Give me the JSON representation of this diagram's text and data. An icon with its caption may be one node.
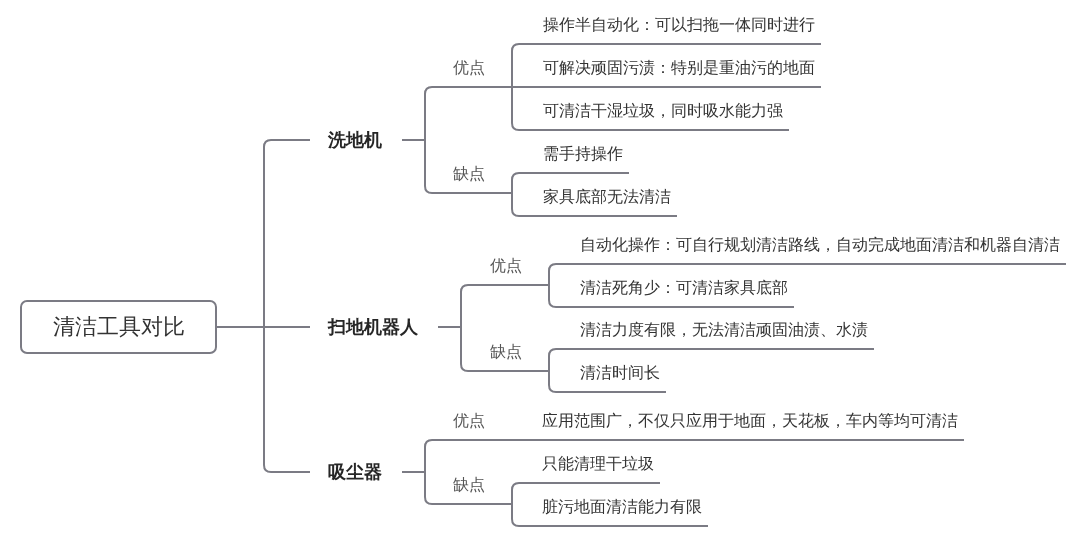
{
  "diagram": {
    "nodes": [
      {
        "text": [
          "清洁工具对比"
        ]
      },
      {
        "text": [
          "洗地机"
        ]
      },
      {
        "text": [
          "优点"
        ]
      },
      {
        "text": [
          "操作半自动化：可以扫拖一体同时进行"
        ]
      },
      {
        "text": [
          "可解决顽固污渍：特别是重油污的地面"
        ]
      },
      {
        "text": [
          "可清洁干湿垃圾，同时吸水能力强"
        ]
      },
      {
        "text": [
          "缺点"
        ]
      },
      {
        "text": [
          "需手持操作"
        ]
      },
      {
        "text": [
          "家具底部无法清洁"
        ]
      },
      {
        "text": [
          "扫地机器人"
        ]
      },
      {
        "text": [
          "优点"
        ]
      },
      {
        "text": [
          "自动化操作：可自行规划清洁路线，自动完成地面清洁和机器自清洁"
        ]
      },
      {
        "text": [
          "清洁死角少：可清洁家具底部"
        ]
      },
      {
        "text": [
          "缺点"
        ]
      },
      {
        "text": [
          "清洁力度有限，无法清洁顽固油渍、水渍"
        ]
      },
      {
        "text": [
          "清洁时间长"
        ]
      },
      {
        "text": [
          "吸尘器"
        ]
      },
      {
        "text": [
          "优点"
        ]
      },
      {
        "text": [
          "应用范围广，不仅只应用于地面，天花板，车内等均可清洁"
        ]
      },
      {
        "text": [
          "缺点"
        ]
      },
      {
        "text": [
          "只能清理干垃圾"
        ]
      },
      {
        "text": [
          "脏污地面清洁能力有限"
        ]
      }
    ],
    "edges": [
      {
        "from": 0,
        "to": 1,
        "arrow": "none"
      },
      {
        "from": 0,
        "to": 9,
        "arrow": "none"
      },
      {
        "from": 0,
        "to": 16,
        "arrow": "none"
      },
      {
        "from": 1,
        "to": 2,
        "arrow": "none"
      },
      {
        "from": 2,
        "to": 3,
        "arrow": "none"
      },
      {
        "from": 2,
        "to": 4,
        "arrow": "none"
      },
      {
        "from": 2,
        "to": 5,
        "arrow": "none"
      },
      {
        "from": 1,
        "to": 6,
        "arrow": "none"
      },
      {
        "from": 6,
        "to": 7,
        "arrow": "none"
      },
      {
        "from": 6,
        "to": 8,
        "arrow": "none"
      },
      {
        "from": 9,
        "to": 10,
        "arrow": "none"
      },
      {
        "from": 10,
        "to": 11,
        "arrow": "none"
      },
      {
        "from": 10,
        "to": 12,
        "arrow": "none"
      },
      {
        "from": 9,
        "to": 13,
        "arrow": "none"
      },
      {
        "from": 13,
        "to": 14,
        "arrow": "none"
      },
      {
        "from": 13,
        "to": 15,
        "arrow": "none"
      },
      {
        "from": 16,
        "to": 17,
        "arrow": "none"
      },
      {
        "from": 17,
        "to": 18,
        "arrow": "none"
      },
      {
        "from": 16,
        "to": 19,
        "arrow": "none"
      },
      {
        "from": 19,
        "to": 20,
        "arrow": "none"
      },
      {
        "from": 19,
        "to": 21,
        "arrow": "none"
      }
    ]
  }
}
